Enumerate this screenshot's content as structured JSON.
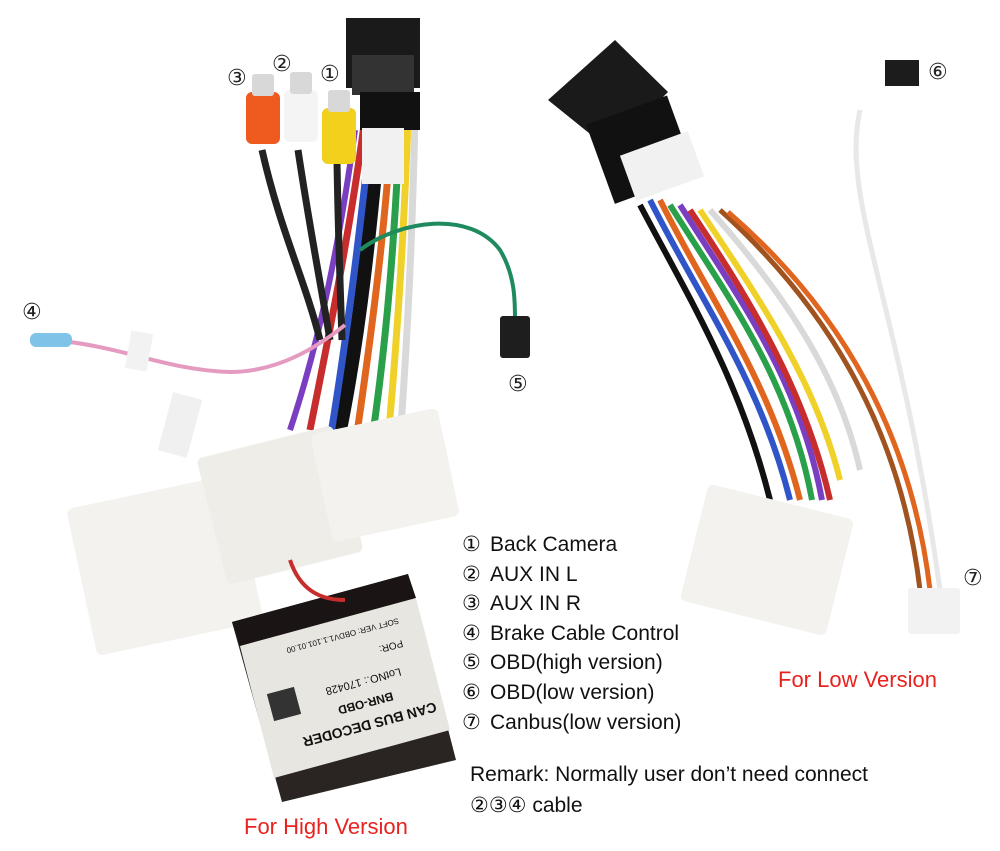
{
  "markers": {
    "m1": "①",
    "m2": "②",
    "m3": "③",
    "m4": "④",
    "m5": "⑤",
    "m6": "⑥",
    "m7": "⑦"
  },
  "legend": [
    {
      "num": "①",
      "label": "Back Camera"
    },
    {
      "num": "②",
      "label": "AUX IN L"
    },
    {
      "num": "③",
      "label": "AUX IN R"
    },
    {
      "num": "④",
      "label": "Brake Cable Control"
    },
    {
      "num": "⑤",
      "label": "OBD(high version)"
    },
    {
      "num": "⑥",
      "label": "OBD(low version)"
    },
    {
      "num": "⑦",
      "label": "Canbus(low version)"
    }
  ],
  "remark": {
    "line1": "Remark: Normally user don’t need connect",
    "nums": "②③④",
    "line2": " cable"
  },
  "captions": {
    "high": "For High Version",
    "low": "For Low Version"
  },
  "decoder_box": {
    "title": "CAN BUS DECODER",
    "model": "BNR-OBD",
    "lot": "LotNO.: 170428",
    "por": "POR:",
    "soft": "SOFT VER: OBDV1.1.101.01.00"
  },
  "colors": {
    "caption_red": "#e8231f",
    "text": "#111111"
  }
}
